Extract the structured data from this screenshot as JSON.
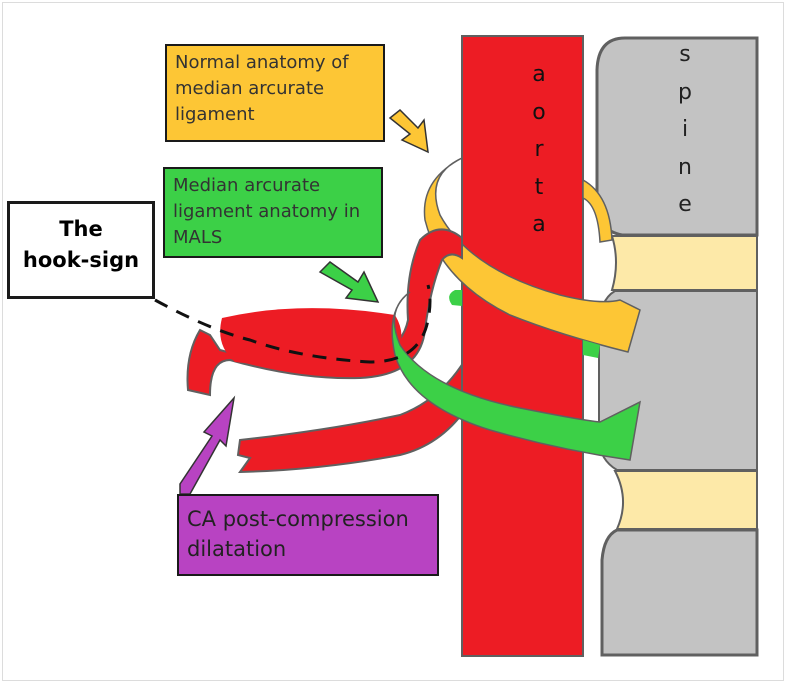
{
  "labels": {
    "normal_anatomy": "Normal anatomy of median arcurate ligament",
    "mals_anatomy": "Median arcurate ligament anatomy in MALS",
    "hook_sign_line1": "The",
    "hook_sign_line2": "hook-sign",
    "ca_dilatation": "CA post-compression dilatation"
  },
  "structures": {
    "aorta_letters": [
      "a",
      "o",
      "r",
      "t",
      "a"
    ],
    "spine_letters": [
      "s",
      "p",
      "i",
      "n",
      "e"
    ]
  },
  "colors": {
    "aorta": "#ed1c24",
    "spine_body": "#c3c3c3",
    "spine_disc": "#fde9a8",
    "normal_ligament": "#fdc635",
    "mals_ligament": "#3cd047",
    "ca_label": "#b843c2",
    "outline": "#555555"
  }
}
